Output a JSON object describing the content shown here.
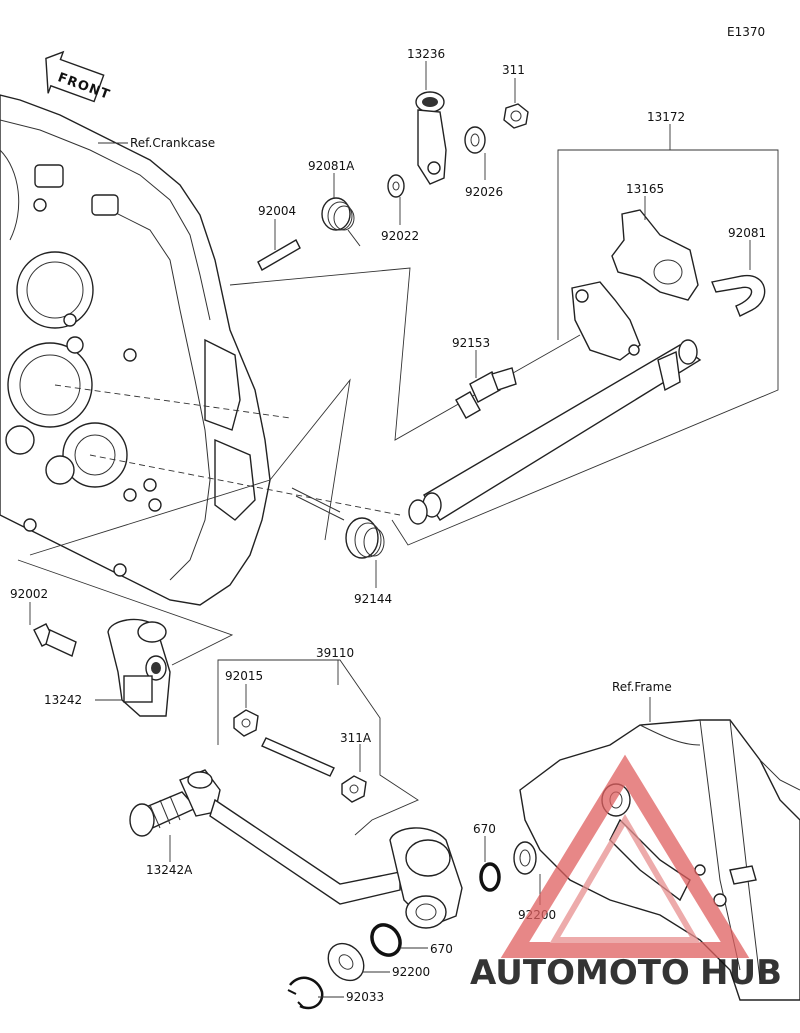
{
  "diagram": {
    "code": "E1370",
    "front_label": "FRONT",
    "ref_crankcase": "Ref.Crankcase",
    "ref_frame": "Ref.Frame",
    "parts": {
      "p13236": "13236",
      "p311": "311",
      "p13172": "13172",
      "p92081A": "92081A",
      "p92022": "92022",
      "p92026": "92026",
      "p92004": "92004",
      "p13165": "13165",
      "p92081": "92081",
      "p92153": "92153",
      "p92144": "92144",
      "p92002": "92002",
      "p39110": "39110",
      "p92015": "92015",
      "p13242": "13242",
      "p311A": "311A",
      "p13242A": "13242A",
      "p670a": "670",
      "p92200a": "92200",
      "p670b": "670",
      "p92200b": "92200",
      "p92033": "92033"
    }
  },
  "watermark": {
    "part1": "AUTO",
    "part2": "MOTO",
    "part3": "HUB",
    "color_orange": "#f0b84a",
    "color_dark": "#3a3a3a",
    "triangle_color": "#e06060"
  }
}
